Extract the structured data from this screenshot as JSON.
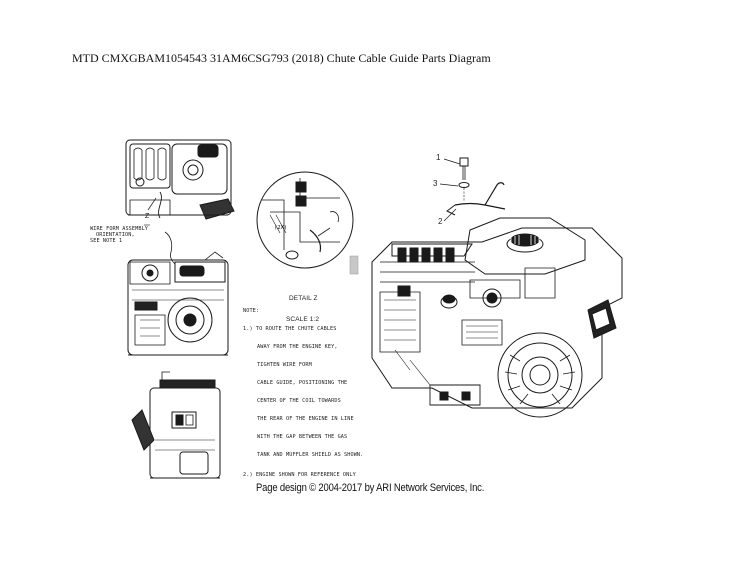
{
  "page": {
    "title": "MTD CMXGBAM1054543 31AM6CSG793 (2018) Chute Cable Guide Parts Diagram",
    "footer": "Page design © 2004-2017 by ARI Network Services, Inc."
  },
  "diagram": {
    "left_view": {
      "wire_form_note_line1": "WIRE FORM ASSEMBLY",
      "wire_form_note_line2": "ORIENTATION,",
      "wire_form_note_line3": "SEE NOTE 1",
      "z_marker": "Z"
    },
    "detail": {
      "label_line1": "DETAIL Z",
      "label_line2": "SCALE 1:2",
      "inset_ref": "(2X)"
    },
    "notes": {
      "heading": "NOTE:",
      "note1_line1": "1.) TO ROUTE THE CHUTE CABLES",
      "note1_line2": "AWAY FROM THE ENGINE KEY,",
      "note1_line3": "TIGHTEN WIRE FORM",
      "note1_line4": "CABLE GUIDE, POSITIONING THE",
      "note1_line5": "CENTER OF THE COIL TOWARDS",
      "note1_line6": "THE REAR OF THE ENGINE IN LINE",
      "note1_line7": "WITH THE GAP BETWEEN THE GAS",
      "note1_line8": "TANK AND MUFFLER SHIELD AS SHOWN.",
      "note2": "2.) ENGINE SHOWN FOR REFERENCE ONLY"
    },
    "callouts": {
      "c1": "1",
      "c3": "3",
      "c2": "2"
    }
  }
}
